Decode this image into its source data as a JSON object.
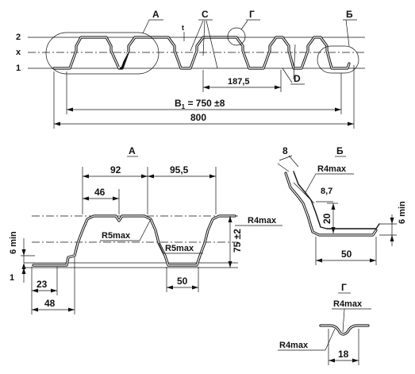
{
  "labels": {
    "callout_a": "А",
    "callout_b": "Б",
    "callout_g": "Г",
    "callout_c": "C",
    "callout_d": "D",
    "level_2": "2",
    "level_x": "x",
    "level_1": "1",
    "section_a": "А",
    "section_b": "Б",
    "section_g": "Г"
  },
  "dims": {
    "pitch": "187,5",
    "b1": "B",
    "b1_sub": "1",
    "b1_value": " = 750 ±8",
    "total": "800",
    "a_92": "92",
    "a_95": "95,5",
    "a_46": "46",
    "a_r5_left": "R5max",
    "a_r5_right": "R5max",
    "a_r4": "R4max",
    "a_75": "75 ±2",
    "a_6min": "6 min",
    "a_1": "1",
    "a_23": "23",
    "a_48": "48",
    "a_50": "50",
    "b_8": "8",
    "b_r4": "R4max",
    "b_87": "8,7",
    "b_20": "20",
    "b_6min": "6 min",
    "b_50": "50",
    "g_r4_top": "R4max",
    "g_r4_left": "R4max",
    "g_18": "18"
  }
}
